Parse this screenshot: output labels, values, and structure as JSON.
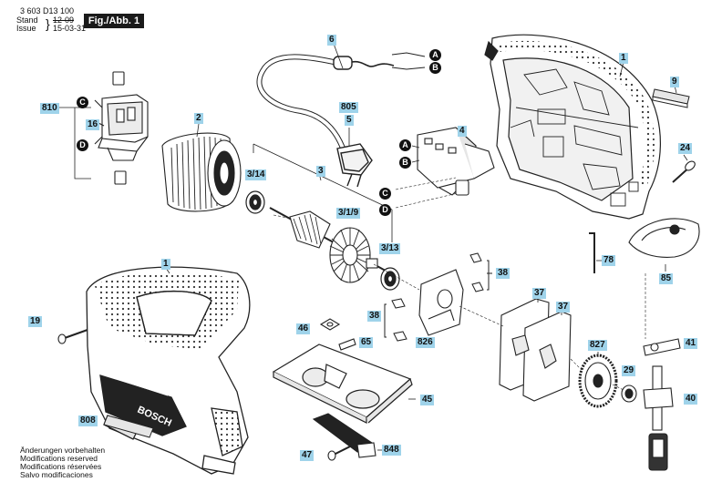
{
  "header": {
    "part_number": "3 603 D13 100",
    "stand_label": "Stand",
    "issue_label": "Issue",
    "stand_date": "12-09",
    "issue_date": "15-03-31",
    "figure_label": "Fig./Abb. 1"
  },
  "footer": {
    "lines": [
      "Änderungen vorbehalten",
      "Modifications reserved",
      "Modifications réservées",
      "Salvo modificaciones"
    ]
  },
  "brand": "BOSCH",
  "connectors": [
    "A",
    "B",
    "C",
    "D"
  ],
  "part_labels": {
    "p1_housing_right": "1",
    "p1_housing_left": "1",
    "p2": "2",
    "p3": "3",
    "p3_1_9": "3/1/9",
    "p3_13": "3/13",
    "p3_14": "3/14",
    "p4": "4",
    "p5": "5",
    "p6": "6",
    "p9": "9",
    "p16": "16",
    "p19": "19",
    "p24": "24",
    "p29": "29",
    "p37a": "37",
    "p37b": "37",
    "p38a": "38",
    "p38b": "38",
    "p40": "40",
    "p41": "41",
    "p45": "45",
    "p46": "46",
    "p47": "47",
    "p65": "65",
    "p78": "78",
    "p85": "85",
    "p805": "805",
    "p808": "808",
    "p810": "810",
    "p826": "826",
    "p827": "827",
    "p848": "848"
  }
}
